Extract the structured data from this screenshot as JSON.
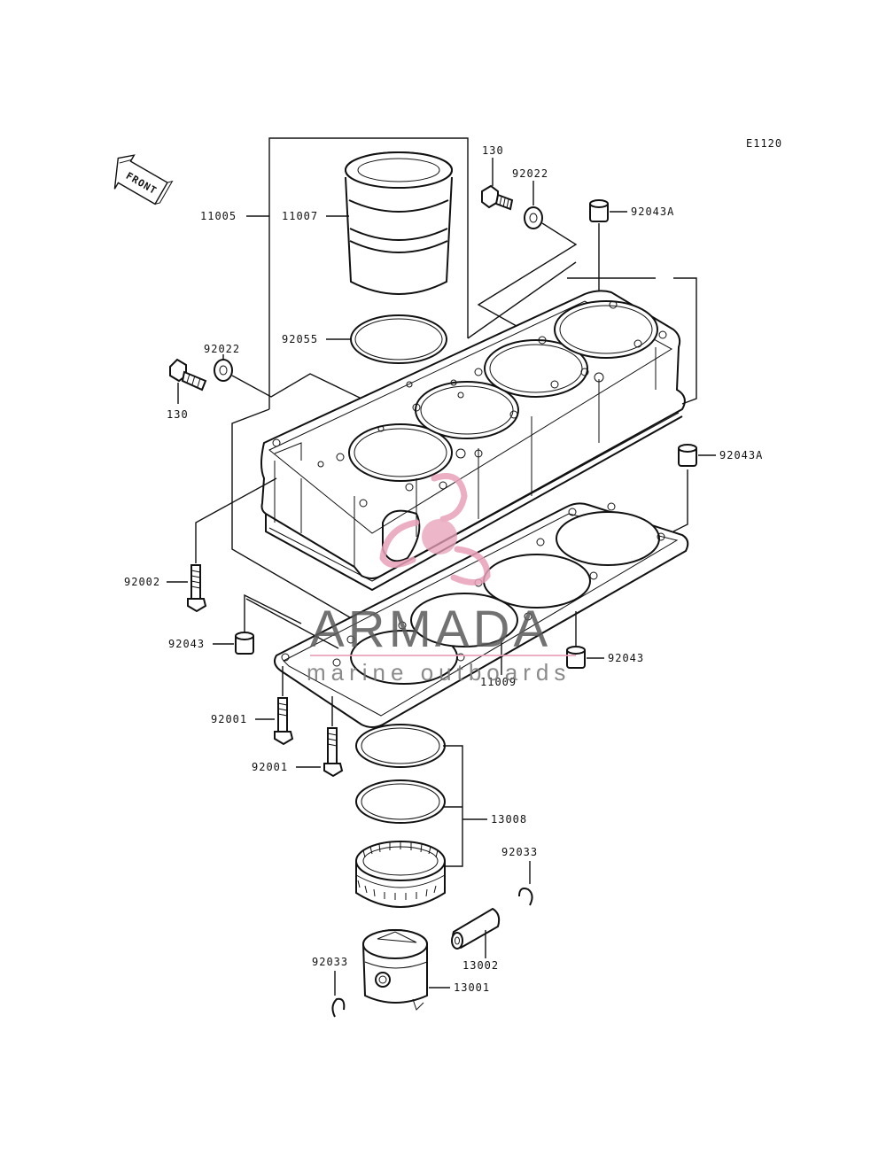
{
  "diagram": {
    "code": "E1120",
    "front_label": "FRONT",
    "labels": {
      "l_11005": "11005",
      "l_11007": "11007",
      "l_92055": "92055",
      "l_130_top": "130",
      "l_92022_top": "92022",
      "l_92043A_top": "92043A",
      "l_92022_left": "92022",
      "l_130_left": "130",
      "l_92043A_right": "92043A",
      "l_92002": "92002",
      "l_92043_left": "92043",
      "l_92043_right": "92043",
      "l_11009": "11009",
      "l_92001_a": "92001",
      "l_92001_b": "92001",
      "l_13008": "13008",
      "l_92033_right": "92033",
      "l_13002": "13002",
      "l_92033_left": "92033",
      "l_13001": "13001"
    }
  },
  "watermark": {
    "brand": "ARMADA",
    "tagline": "marine outboards",
    "accent_color": "#e8a0b8",
    "text_color": "#5a5a5a"
  }
}
